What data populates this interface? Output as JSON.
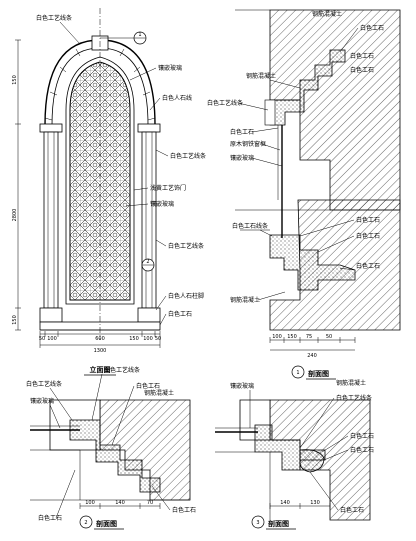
{
  "drawing": {
    "elevation": {
      "title": "立面图",
      "marker_top": "1",
      "marker_mid": "2",
      "labels": {
        "arch_trim": "白色工艺线条",
        "glass": "镶嵌玻璃",
        "white_ls": "白色人石线",
        "white_trim2": "白色工艺线条",
        "light_color": "浅黄工艺饰门",
        "glass2": "镶嵌玻璃",
        "white_trim3": "白色工艺线条",
        "white_pillar": "白色人石柱脚",
        "white_stone": "白色工石"
      },
      "dims_bottom": [
        "50",
        "100",
        "600",
        "150",
        "100",
        "50"
      ],
      "dim_total": "1300",
      "dim_left": [
        "150",
        "2800",
        "150"
      ]
    },
    "section_1": {
      "title": "剖面图",
      "marker": "1",
      "labels": {
        "top": "钢筋混凝土",
        "t2": "白色工石",
        "t3": "钢筋混凝土",
        "t4": "白色工石",
        "t5": "白色工艺线条",
        "t6": "白色工石",
        "t7": "原木钢铁窗框",
        "t8": "镶嵌玻璃",
        "t9": "白色工石",
        "t10": "白色工石线条",
        "t11": "白色工石",
        "t12": "白色工石",
        "t13": "钢筋混凝土",
        "t14": "白色工石"
      },
      "dims": [
        "100",
        "150",
        "75",
        "50",
        "240"
      ]
    },
    "section_2": {
      "title": "剖面图",
      "marker": "2",
      "labels": {
        "l1": "白色工艺线条",
        "l2": "镶嵌玻璃",
        "l3": "钢筋混凝土",
        "l4": "白色工石",
        "l5": "白色工石",
        "l6": "白色工艺线条",
        "l7": "白色工石"
      },
      "dims": [
        "100",
        "140",
        "70"
      ]
    },
    "section_3": {
      "title": "剖面图",
      "marker": "3",
      "labels": {
        "l1": "镶嵌玻璃",
        "l2": "钢筋混凝土",
        "l3": "白色工石",
        "l4": "白色工艺线条",
        "l5": "白色工石",
        "l6": "白色工石"
      },
      "dims": [
        "140",
        "130"
      ]
    }
  }
}
